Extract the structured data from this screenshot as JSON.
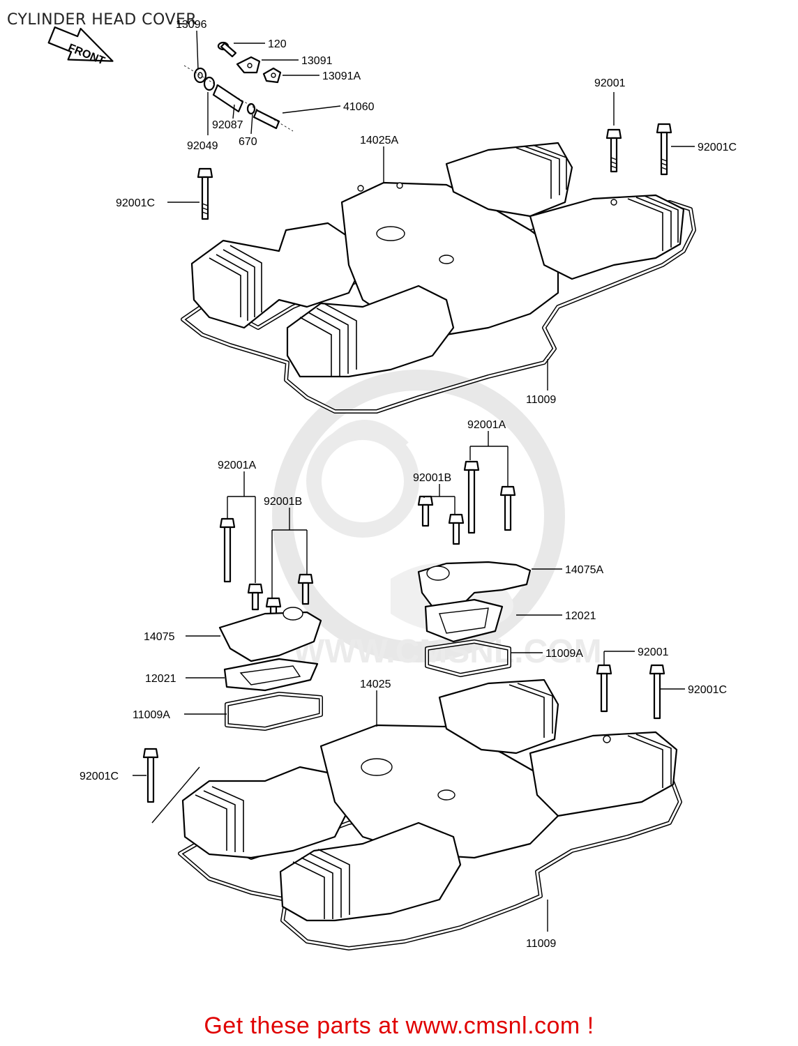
{
  "title": "CYLINDER HEAD COVER",
  "watermark": "WWW.CMSNL.COM",
  "footer": "Get these parts at www.cmsnl.com !",
  "colors": {
    "footer": "#e00000",
    "watermark": "#d8d8d8",
    "line": "#000000"
  },
  "front_arrow": "FRONT",
  "labels": {
    "p13096": "13096",
    "p120": "120",
    "p13091": "13091",
    "p13091a": "13091A",
    "p41060": "41060",
    "p92087": "92087",
    "p92049": "92049",
    "p670": "670",
    "p92001_top": "92001",
    "p92001c_top_right": "92001C",
    "p14025a": "14025A",
    "p92001c_top_left": "92001C",
    "p11009_top": "11009",
    "p92001a_right": "92001A",
    "p92001b_right": "92001B",
    "p92001a_left": "92001A",
    "p92001b_left": "92001B",
    "p14075a": "14075A",
    "p12021_right": "12021",
    "p11009a_right": "11009A",
    "p92001_bottom": "92001",
    "p92001c_bottom_right": "92001C",
    "p14075": "14075",
    "p12021_left": "12021",
    "p11009a_left": "11009A",
    "p14025": "14025",
    "p92001c_bottom_left": "92001C",
    "p11009_bottom": "11009"
  }
}
